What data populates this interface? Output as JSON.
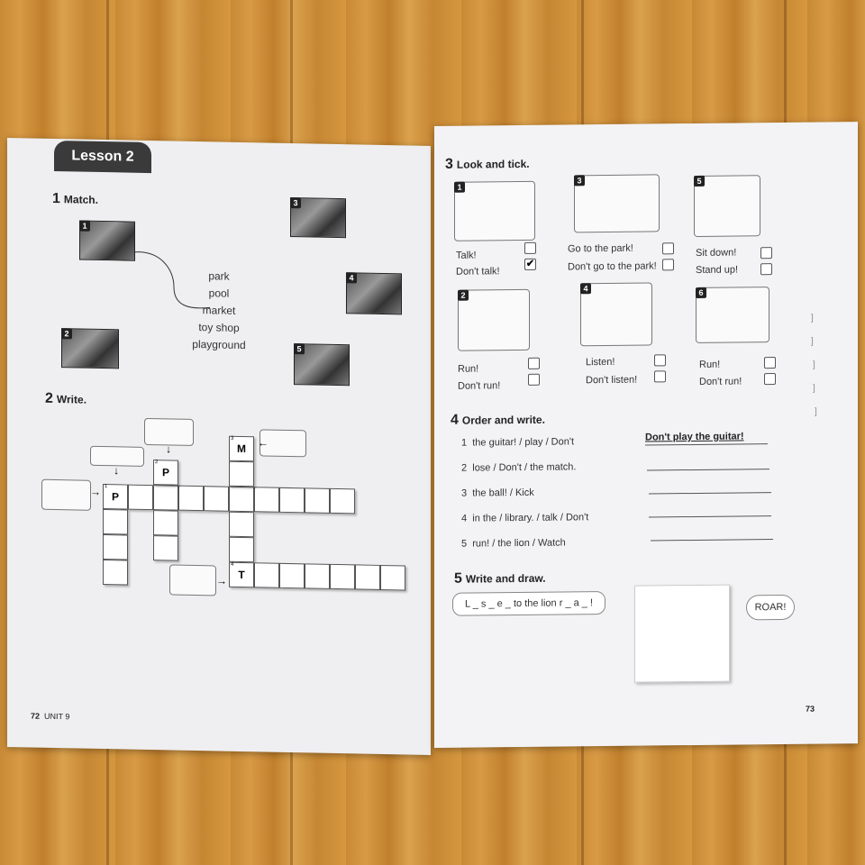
{
  "left": {
    "lesson_tab": "Lesson 2",
    "ex1": {
      "num": "1",
      "title": "Match."
    },
    "photo_numbers": [
      "1",
      "2",
      "3",
      "4",
      "5"
    ],
    "words": [
      "park",
      "pool",
      "market",
      "toy shop",
      "playground"
    ],
    "ex2": {
      "num": "2",
      "title": "Write."
    },
    "crossword": {
      "clue_numbers": [
        "1",
        "2",
        "3",
        "4"
      ],
      "letters": {
        "p1": "P",
        "p2": "P",
        "m3": "M",
        "t4": "T"
      }
    },
    "footer": {
      "page": "72",
      "unit": "UNIT 9"
    }
  },
  "right": {
    "ex3": {
      "num": "3",
      "title": "Look and tick."
    },
    "items": [
      {
        "n": "1",
        "a": "Talk!",
        "b": "Don't talk!",
        "ticked": "b"
      },
      {
        "n": "3",
        "a": "Go to the park!",
        "b": "Don't go to the park!",
        "ticked": ""
      },
      {
        "n": "5",
        "a": "Sit down!",
        "b": "Stand up!",
        "ticked": ""
      },
      {
        "n": "2",
        "a": "Run!",
        "b": "Don't run!",
        "ticked": ""
      },
      {
        "n": "4",
        "a": "Listen!",
        "b": "Don't listen!",
        "ticked": ""
      },
      {
        "n": "6",
        "a": "Run!",
        "b": "Don't run!",
        "ticked": ""
      }
    ],
    "tick_mark": "✔",
    "ex4": {
      "num": "4",
      "title": "Order and write."
    },
    "order": [
      {
        "n": "1",
        "text": "the guitar! / play / Don't",
        "answer": "Don't play the guitar!"
      },
      {
        "n": "2",
        "text": "lose / Don't / the match.",
        "answer": ""
      },
      {
        "n": "3",
        "text": "the ball! / Kick",
        "answer": ""
      },
      {
        "n": "4",
        "text": "in the / library. / talk / Don't",
        "answer": ""
      },
      {
        "n": "5",
        "text": "run! / the lion / Watch",
        "answer": ""
      }
    ],
    "ex5": {
      "num": "5",
      "title": "Write and draw."
    },
    "sentence": "L _ s _ e _ to the lion r _ a _ !",
    "speech": "ROAR!",
    "footer": {
      "page": "73"
    }
  }
}
